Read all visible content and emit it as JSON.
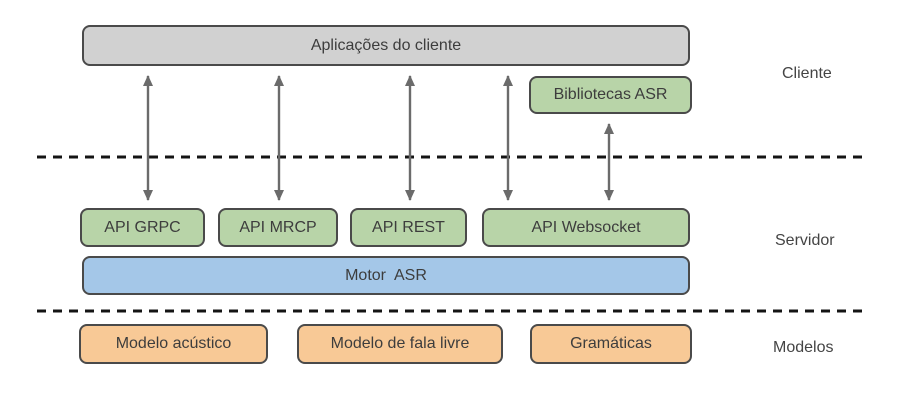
{
  "boxes": {
    "client_applications": "Aplicações do cliente",
    "asr_libraries": "Bibliotecas ASR",
    "apis": [
      {
        "label": "API GRPC"
      },
      {
        "label": "API MRCP"
      },
      {
        "label": "API REST"
      },
      {
        "label": "API Websocket"
      }
    ],
    "asr_engine": "Motor  ASR",
    "models": [
      {
        "label": "Modelo acústico"
      },
      {
        "label": "Modelo de fala livre"
      },
      {
        "label": "Gramáticas"
      }
    ]
  },
  "layers": [
    {
      "label": "Cliente"
    },
    {
      "label": "Servidor"
    },
    {
      "label": "Modelos"
    }
  ],
  "colors": {
    "client_box_fill": "#d1d1d1",
    "api_box_fill": "#b8d4a8",
    "engine_box_fill": "#a4c7e8",
    "model_box_fill": "#f8c996",
    "box_border": "#4a4a4a",
    "arrow": "#6b6b6b",
    "divider": "#141414",
    "text": "#3d3d3d",
    "background": "#ffffff"
  }
}
